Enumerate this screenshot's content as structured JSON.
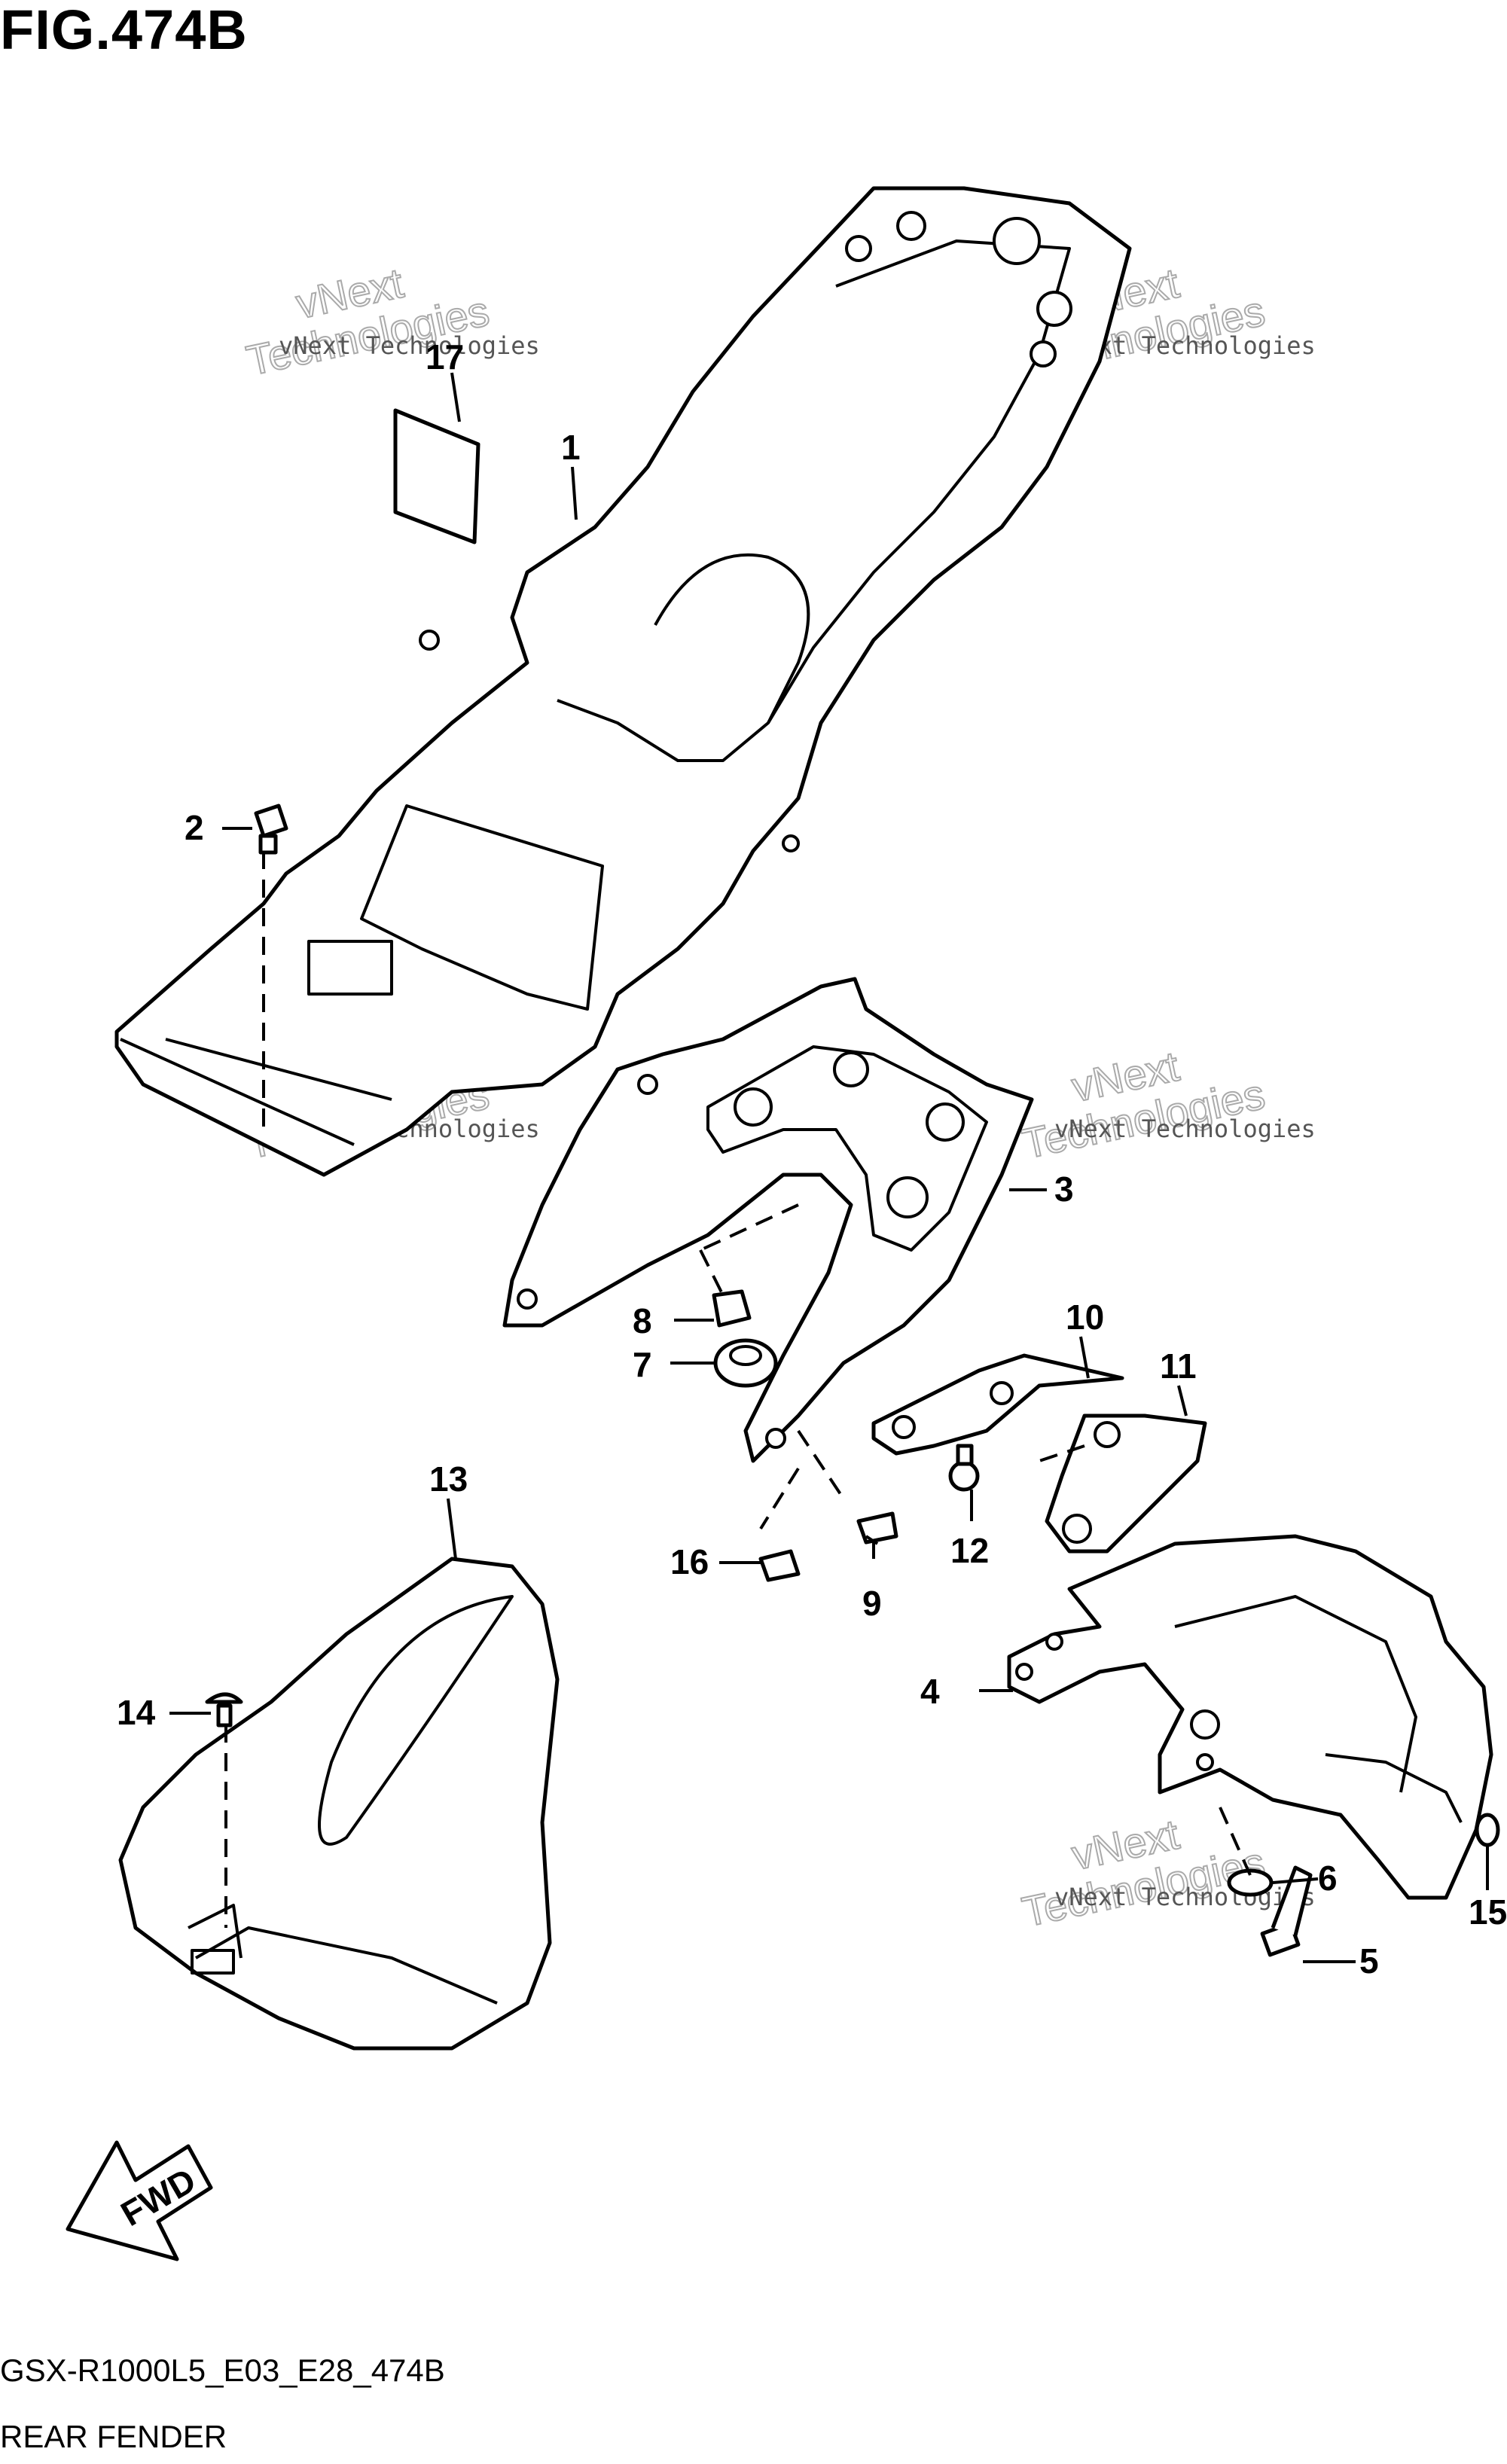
{
  "figure": {
    "title": "FIG.474B",
    "code": "GSX-R1000L5_E03_E28_474B",
    "description": "REAR FENDER"
  },
  "callouts": [
    {
      "id": "1",
      "label": "1"
    },
    {
      "id": "2",
      "label": "2"
    },
    {
      "id": "3",
      "label": "3"
    },
    {
      "id": "4",
      "label": "4"
    },
    {
      "id": "5",
      "label": "5"
    },
    {
      "id": "6",
      "label": "6"
    },
    {
      "id": "7",
      "label": "7"
    },
    {
      "id": "8",
      "label": "8"
    },
    {
      "id": "9",
      "label": "9"
    },
    {
      "id": "10",
      "label": "10"
    },
    {
      "id": "11",
      "label": "11"
    },
    {
      "id": "12",
      "label": "12"
    },
    {
      "id": "13",
      "label": "13"
    },
    {
      "id": "14",
      "label": "14"
    },
    {
      "id": "15",
      "label": "15"
    },
    {
      "id": "16",
      "label": "16"
    },
    {
      "id": "17",
      "label": "17"
    }
  ],
  "watermark": {
    "line1": "vNext Technologies",
    "line2": "vNext",
    "line3": "Technologies"
  },
  "fwd_label": "FWD"
}
